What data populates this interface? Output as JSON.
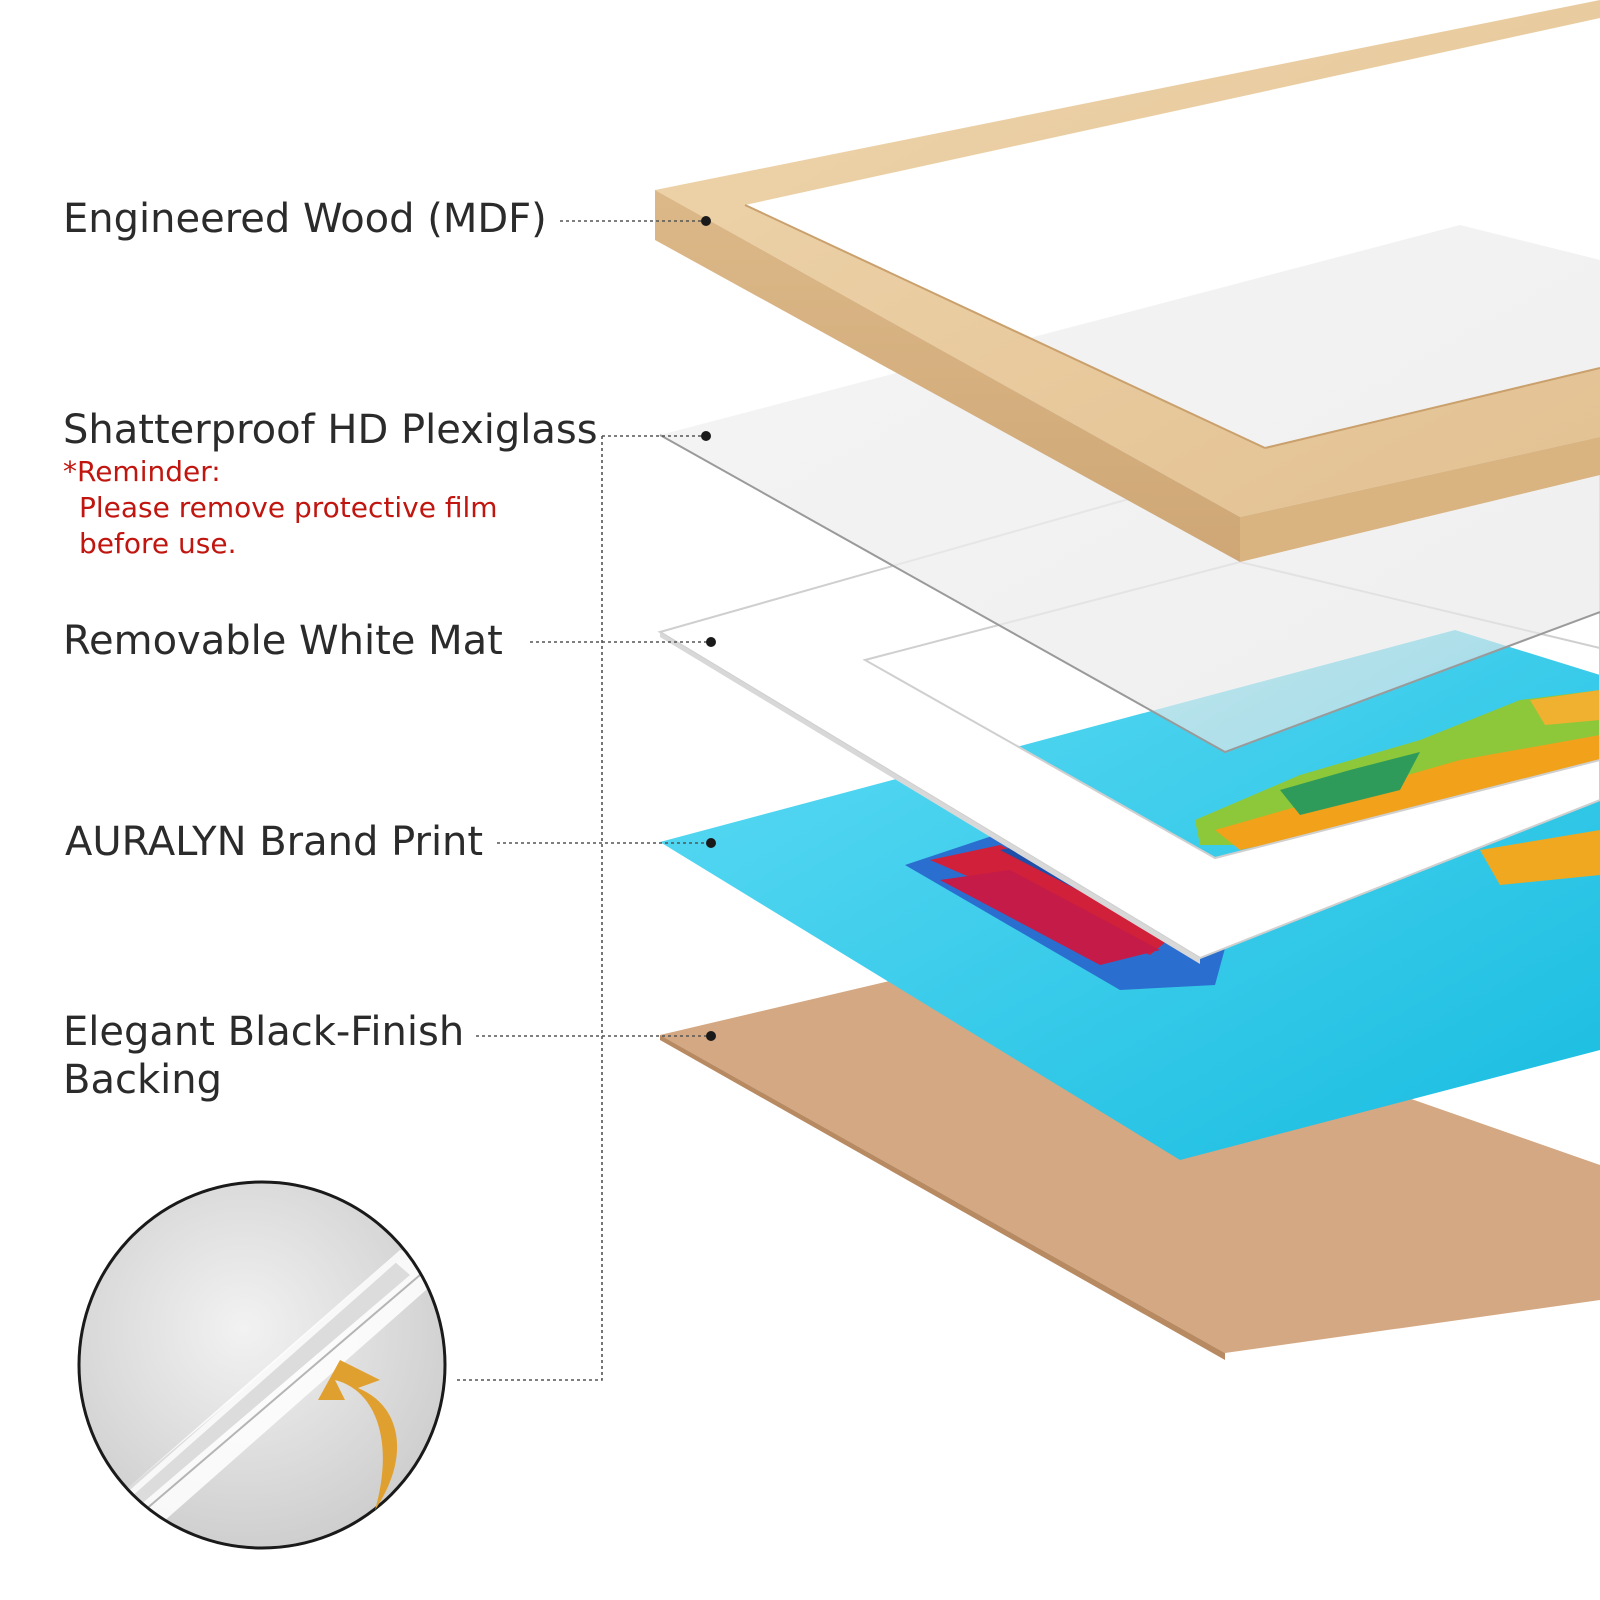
{
  "labels": {
    "frame": "Engineered Wood (MDF)",
    "glass": "Shatterproof HD Plexiglass",
    "reminder_title": "*Reminder:",
    "reminder_line1": "Please remove protective film",
    "reminder_line2": "before use.",
    "mat": "Removable White Mat",
    "print": "AURALYN Brand Print",
    "backing_line1": "Elegant Black-Finish",
    "backing_line2": "Backing"
  },
  "colors": {
    "label_text": "#2b2b2b",
    "reminder_text": "#c0160f",
    "leader_line": "#555555",
    "wood": "#e6c79c",
    "print_blue": "#22c4e6",
    "backing": "#d4a882",
    "arrow": "#e0a030"
  },
  "icons": {
    "detail_arrow": "curved-arrow-icon"
  }
}
